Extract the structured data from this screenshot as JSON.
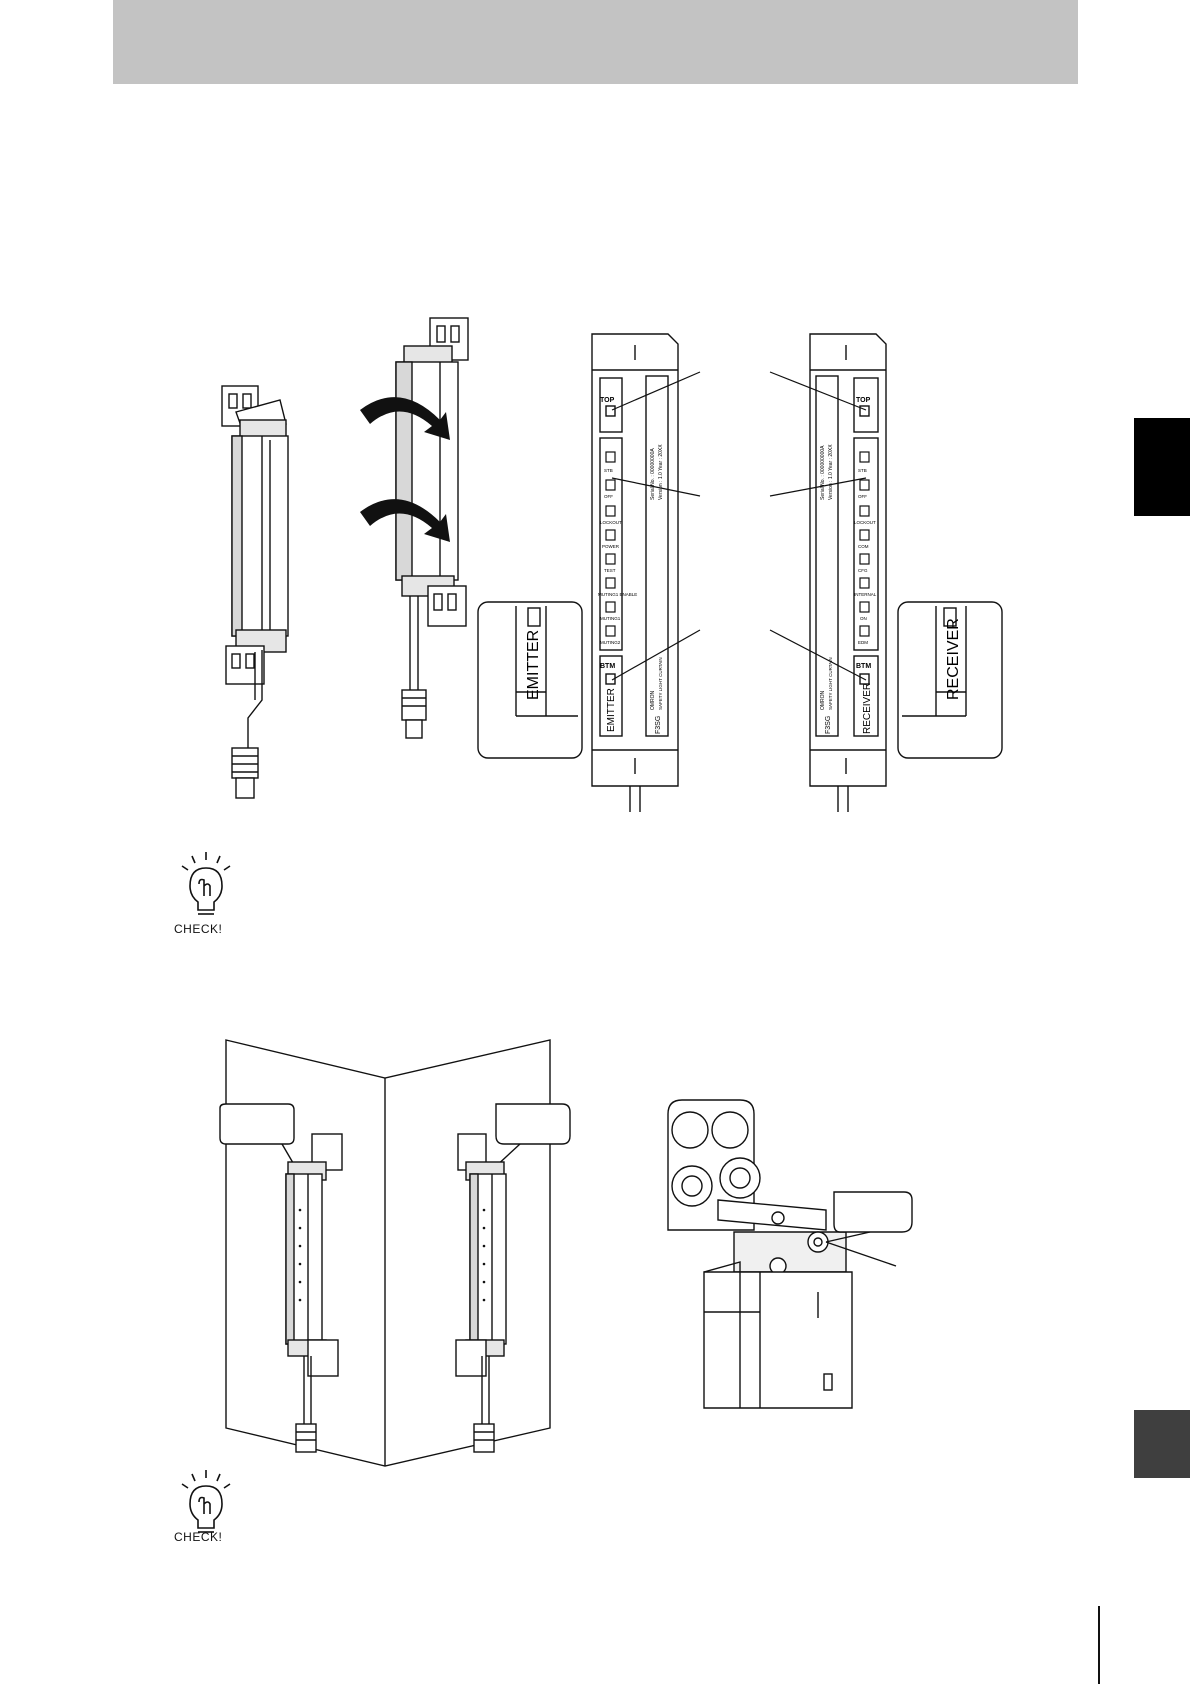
{
  "emitter": {
    "top_label": "TOP",
    "btm_label": "BTM",
    "name": "EMITTER",
    "callout_name": "EMITTER",
    "indicators": [
      "STB",
      "OFF",
      "LOCKOUT",
      "POWER",
      "TEST",
      "MUTING1 ENABLE",
      "MUTING1",
      "MUTING2"
    ],
    "serial": "Serial No. : 00000000A",
    "version": "Version : 1.0   Year : 20XX",
    "brand": "OMRON",
    "product": "SAFETY LIGHT CURTAIN",
    "model": "F3SG"
  },
  "receiver": {
    "top_label": "TOP",
    "btm_label": "BTM",
    "name": "RECEIVER",
    "callout_name": "RECEIVER",
    "indicators": [
      "STB",
      "OFF",
      "LOCKOUT",
      "COM",
      "CFG",
      "INTERNAL",
      "ON",
      "EDM"
    ],
    "serial": "Serial No. : 000000000A",
    "version": "Version : 1.0   Year : 20XX",
    "brand": "OMRON",
    "product": "SAFETY LIGHT CURTAIN",
    "model": "F3SG"
  },
  "check_notes": [
    {
      "label": "CHECK!"
    },
    {
      "label": "CHECK!"
    }
  ]
}
